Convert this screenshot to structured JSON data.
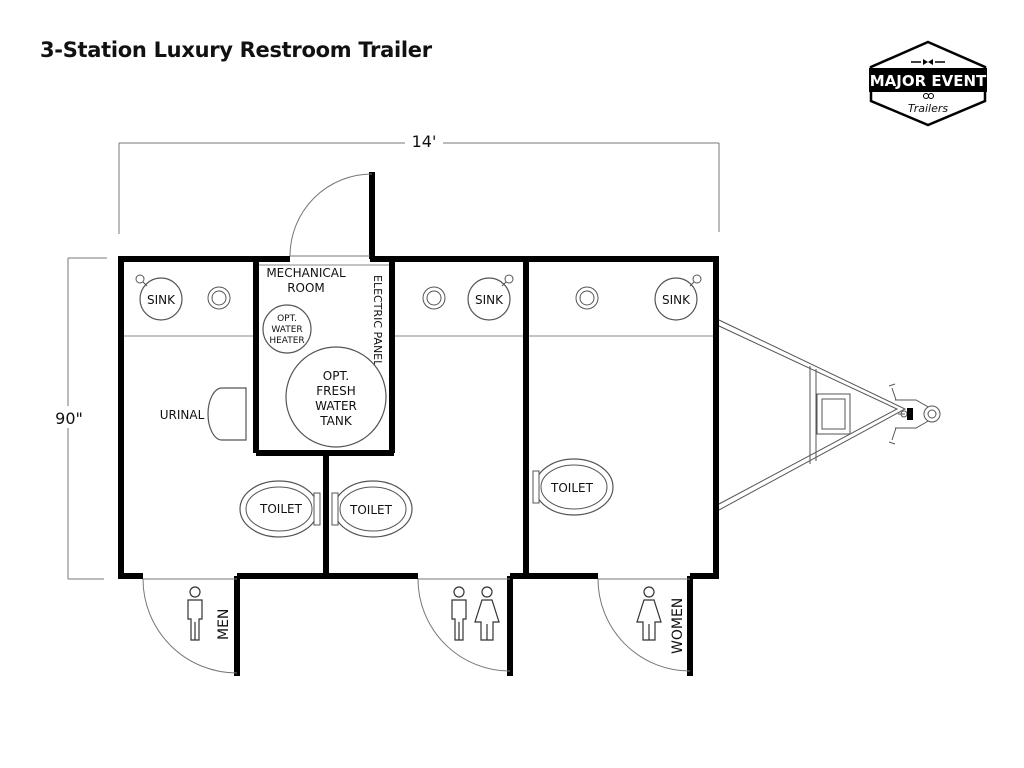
{
  "title": "3-Station Luxury Restroom Trailer",
  "logo": {
    "line1": "MAJOR EVENT",
    "line2": "Trailers"
  },
  "dimensions": {
    "width": "14'",
    "depth": "90\""
  },
  "rooms": {
    "mechanical_label_1": "MECHANICAL",
    "mechanical_label_2": "ROOM",
    "electric_panel": "ELECTRIC PANEL",
    "water_heater_1": "OPT.",
    "water_heater_2": "WATER",
    "water_heater_3": "HEATER",
    "tank_1": "OPT.",
    "tank_2": "FRESH",
    "tank_3": "WATER",
    "tank_4": "TANK"
  },
  "fixtures": {
    "sink": "SINK",
    "toilet": "TOILET",
    "urinal": "URINAL"
  },
  "doors": {
    "men": "MEN",
    "women": "WOMEN"
  }
}
